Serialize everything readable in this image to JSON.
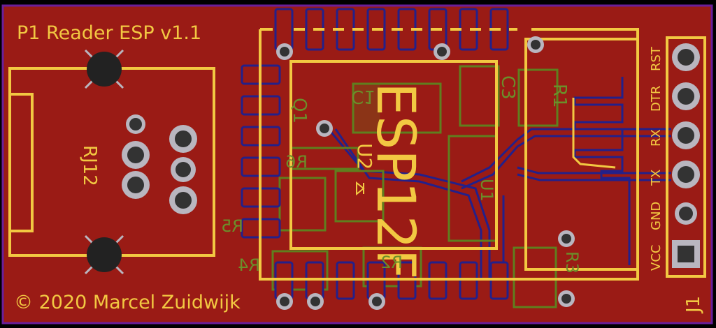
{
  "board": {
    "title": "P1 Reader ESP v1.1",
    "copyright": "© 2020 Marcel Zuidwijk",
    "colors": {
      "substrate": "#9a1b15",
      "outline": "#6a1f9a",
      "silkscreen": "#f2c842",
      "copper_bottom": "#23208a",
      "documentation": "#5f7f1e",
      "pad_ring": "#b9b6bf",
      "drill": "#2a2a2a"
    }
  },
  "components": {
    "rj12_label": "RJ12",
    "module_label": "ESP12F",
    "module_ref": "U2",
    "connector_ref": "J1",
    "refs": {
      "c1": "C1",
      "c3": "C3",
      "q1": "Q1",
      "r6": "R6",
      "r5": "R5",
      "r4": "R4",
      "r2": "R2",
      "r3": "R3",
      "u1": "U1",
      "r1": "R1"
    }
  },
  "header_pins": [
    "RST",
    "DTR",
    "RX",
    "TX",
    "GND",
    "VCC"
  ]
}
